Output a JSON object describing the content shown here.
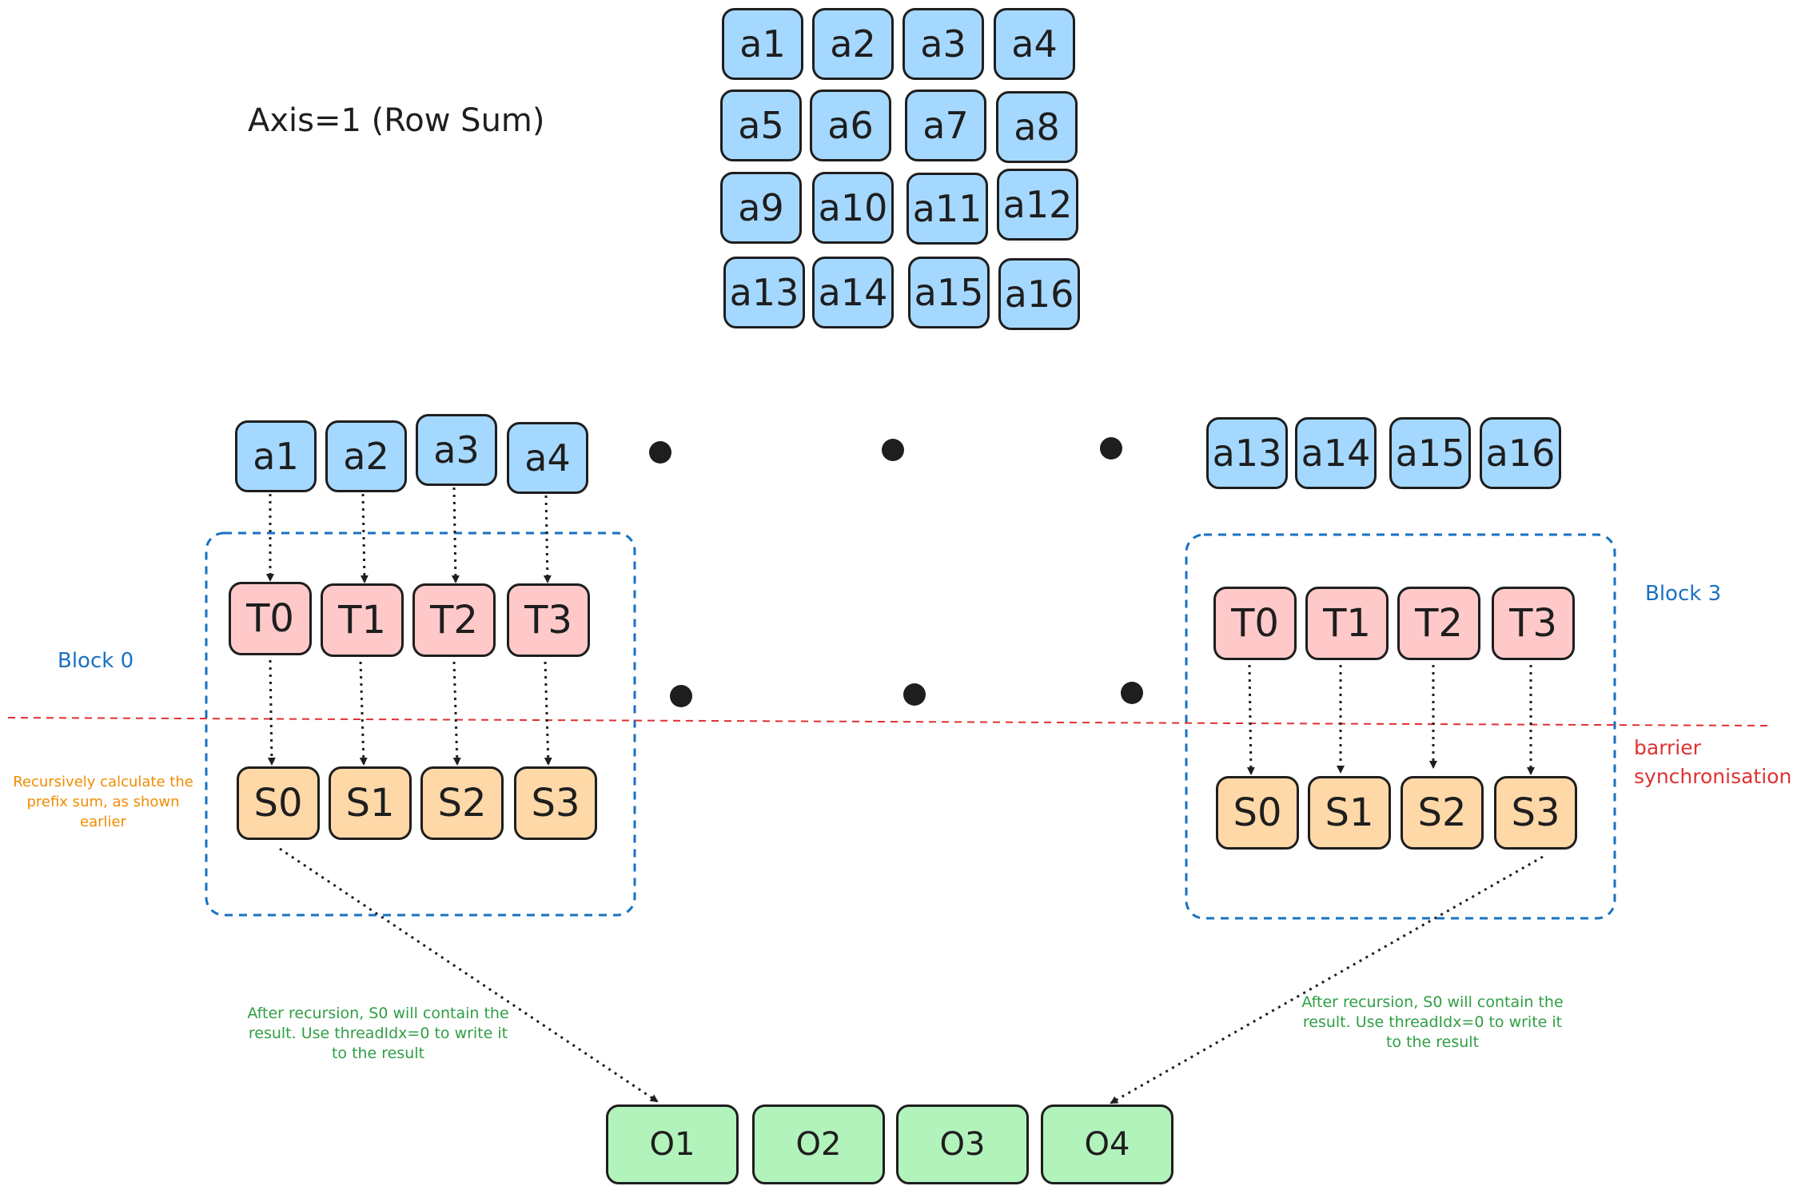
{
  "title": "Axis=1 (Row Sum)",
  "colors": {
    "input": "#a5d8ff",
    "thread": "#ffc9c9",
    "shared": "#ffd8a8",
    "output": "#b2f2bb",
    "block_border": "#1971c2",
    "barrier": "#e03131",
    "note_orange": "#f08c00",
    "note_green": "#2f9e44"
  },
  "matrix": [
    "a1",
    "a2",
    "a3",
    "a4",
    "a5",
    "a6",
    "a7",
    "a8",
    "a9",
    "a10",
    "a11",
    "a12",
    "a13",
    "a14",
    "a15",
    "a16"
  ],
  "block0": {
    "label": "Block 0",
    "inputs": [
      "a1",
      "a2",
      "a3",
      "a4"
    ],
    "threads": [
      "T0",
      "T1",
      "T2",
      "T3"
    ],
    "shared": [
      "S0",
      "S1",
      "S2",
      "S3"
    ]
  },
  "block3": {
    "label": "Block 3",
    "inputs": [
      "a13",
      "a14",
      "a15",
      "a16"
    ],
    "threads": [
      "T0",
      "T1",
      "T2",
      "T3"
    ],
    "shared": [
      "S0",
      "S1",
      "S2",
      "S3"
    ]
  },
  "barrier_label": [
    "barrier",
    "synchronisation"
  ],
  "note_prefix": "Recursively calculate the prefix sum, as shown earlier",
  "note_result_left": "After recursion, S0 will contain the result. Use threadIdx=0 to write it to the result",
  "note_result_right": "After recursion, S0 will contain the result. Use threadIdx=0 to write it to the result",
  "outputs": [
    "O1",
    "O2",
    "O3",
    "O4"
  ]
}
